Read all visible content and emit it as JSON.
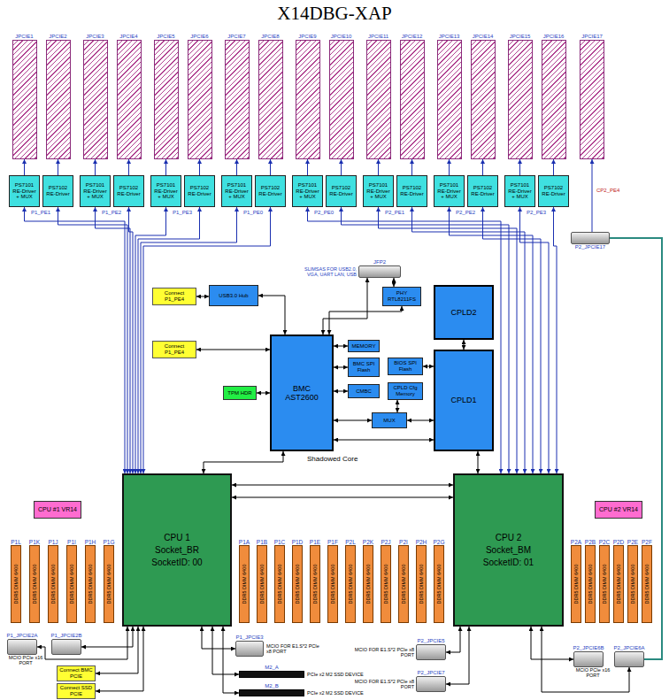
{
  "diagram": {
    "title": "X14DBG-XAP",
    "nodes": [
      {
        "text": [
          "JPCIE1"
        ]
      },
      {
        "text": [
          "JPCIE2"
        ]
      },
      {
        "text": [
          "JPCIE3"
        ]
      },
      {
        "text": [
          "JPCIE4"
        ]
      },
      {
        "text": [
          "JPCIE5"
        ]
      },
      {
        "text": [
          "JPCIE6"
        ]
      },
      {
        "text": [
          "JPCIE7"
        ]
      },
      {
        "text": [
          "JPCIE8"
        ]
      },
      {
        "text": [
          "JPCIE9"
        ]
      },
      {
        "text": [
          "JPCIE10"
        ]
      },
      {
        "text": [
          "JPCIE11"
        ]
      },
      {
        "text": [
          "JPCIE12"
        ]
      },
      {
        "text": [
          "JPCIE13"
        ]
      },
      {
        "text": [
          "JPCIE14"
        ]
      },
      {
        "text": [
          "JPCIE15"
        ]
      },
      {
        "text": [
          "JPCIE16"
        ]
      },
      {
        "text": [
          "JPCIE17"
        ]
      },
      {
        "text": [
          "PS7101 RE-Driver + MUX"
        ]
      },
      {
        "text": [
          "PS7102 RE-Driver"
        ]
      },
      {
        "text": [
          "PS7101 RE-Driver + MUX"
        ]
      },
      {
        "text": [
          "PS7102 RE-Driver"
        ]
      },
      {
        "text": [
          "PS7101 RE-Driver + MUX"
        ]
      },
      {
        "text": [
          "PS7102 RE-Driver"
        ]
      },
      {
        "text": [
          "PS7101 RE-Driver + MUX"
        ]
      },
      {
        "text": [
          "PS7102 RE-Driver"
        ]
      },
      {
        "text": [
          "PS7101 RE-Driver + MUX"
        ]
      },
      {
        "text": [
          "PS7102 RE-Driver"
        ]
      },
      {
        "text": [
          "PS7101 RE-Driver + MUX"
        ]
      },
      {
        "text": [
          "PS7102 RE-Driver"
        ]
      },
      {
        "text": [
          "PS7101 RE-Driver + MUX"
        ]
      },
      {
        "text": [
          "PS7102 RE-Driver"
        ]
      },
      {
        "text": [
          "PS7101 RE-Driver + MUX"
        ]
      },
      {
        "text": [
          "PS7102 RE-Driver"
        ]
      },
      {
        "text": [
          "P2_JPCIE17"
        ]
      },
      {
        "text": [
          "JFP2",
          "SLIMSAS FOR USB2.0, VGA, UART LAN, USB"
        ]
      },
      {
        "text": [
          "Connect P1_PE4"
        ]
      },
      {
        "text": [
          "USB3.0 Hub"
        ]
      },
      {
        "text": [
          "PHY RTL8211FS"
        ]
      },
      {
        "text": [
          "CPLD2"
        ]
      },
      {
        "text": [
          "Connect P1_PE4"
        ]
      },
      {
        "text": [
          "BMC",
          "AST2600"
        ]
      },
      {
        "text": [
          "MEMORY"
        ]
      },
      {
        "text": [
          "BMC SPI Flash"
        ]
      },
      {
        "text": [
          "BIOS SPI Flash"
        ]
      },
      {
        "text": [
          "CMBC"
        ]
      },
      {
        "text": [
          "CPLD Cfg Memory"
        ]
      },
      {
        "text": [
          "MUX"
        ]
      },
      {
        "text": [
          "CPLD1"
        ]
      },
      {
        "text": [
          "TPM HDR"
        ]
      },
      {
        "text": [
          "CPU #1 VR14"
        ]
      },
      {
        "text": [
          "CPU #2 VR14"
        ]
      },
      {
        "text": [
          "CPU 1",
          "Socket_BR",
          "SocketID: 00"
        ]
      },
      {
        "text": [
          "CPU 2",
          "Socket_BM",
          "SocketID: 01"
        ]
      },
      {
        "text": [
          "P1L",
          "DDR5 DIMM 6400"
        ]
      },
      {
        "text": [
          "P1K",
          "DDR5 DIMM 6400"
        ]
      },
      {
        "text": [
          "P1J",
          "DDR5 DIMM 6400"
        ]
      },
      {
        "text": [
          "P1I",
          "DDR5 DIMM 6400"
        ]
      },
      {
        "text": [
          "P1H",
          "DDR5 DIMM 6400"
        ]
      },
      {
        "text": [
          "P1G",
          "DDR5 DIMM 6400"
        ]
      },
      {
        "text": [
          "P1A",
          "DDR5 DIMM 6400"
        ]
      },
      {
        "text": [
          "P1B",
          "DDR5 DIMM 6400"
        ]
      },
      {
        "text": [
          "P1C",
          "DDR5 DIMM 6400"
        ]
      },
      {
        "text": [
          "P1D",
          "DDR5 DIMM 6400"
        ]
      },
      {
        "text": [
          "P1E",
          "DDR5 DIMM 6400"
        ]
      },
      {
        "text": [
          "P1F",
          "DDR5 DIMM 6400"
        ]
      },
      {
        "text": [
          "P2L",
          "DDR5 DIMM 6400"
        ]
      },
      {
        "text": [
          "P2K",
          "DDR5 DIMM 6400"
        ]
      },
      {
        "text": [
          "P2J",
          "DDR5 DIMM 6400"
        ]
      },
      {
        "text": [
          "P2I",
          "DDR5 DIMM 6400"
        ]
      },
      {
        "text": [
          "P2H",
          "DDR5 DIMM 6400"
        ]
      },
      {
        "text": [
          "P2G",
          "DDR5 DIMM 6400"
        ]
      },
      {
        "text": [
          "P2A",
          "DDR5 DIMM 6400"
        ]
      },
      {
        "text": [
          "P2B",
          "DDR5 DIMM 6400"
        ]
      },
      {
        "text": [
          "P2C",
          "DDR5 DIMM 6400"
        ]
      },
      {
        "text": [
          "P2D",
          "DDR5 DIMM 6400"
        ]
      },
      {
        "text": [
          "P2E",
          "DDR5 DIMM 6400"
        ]
      },
      {
        "text": [
          "P2F",
          "DDR5 DIMM 6400"
        ]
      },
      {
        "text": [
          "P1_JPCIE2A",
          "MCIO PCIe x16 PORT"
        ]
      },
      {
        "text": [
          "P1_JPCIE2B"
        ]
      },
      {
        "text": [
          "Connect BMC PCIE"
        ]
      },
      {
        "text": [
          "Connect SSD PCIE"
        ]
      },
      {
        "text": [
          "P1_JPCIE3",
          "MCIO FOR E1.S*2 PCIe x8 PORT"
        ]
      },
      {
        "text": [
          "M2_A",
          "PCIe x2 M2 SSD DEVICE"
        ]
      },
      {
        "text": [
          "M2_B",
          "PCIe x2 M2 SSD DEVICE"
        ]
      },
      {
        "text": [
          "P2_JPCIE5",
          "MCIO FOR E1.S*2 PCIe x8 PORT"
        ]
      },
      {
        "text": [
          "P2_JPCIE7",
          "MCIO FOR E1.S*2 PCIe x8 PORT"
        ]
      },
      {
        "text": [
          "P2_JPCIE6B",
          "MCIO PCIe x16 PORT"
        ]
      },
      {
        "text": [
          "P2_JPCIE6A"
        ]
      }
    ],
    "edges": [
      {
        "from": 17,
        "to": 0,
        "arrow": "to"
      },
      {
        "from": 18,
        "to": 1,
        "arrow": "to"
      },
      {
        "from": 19,
        "to": 2,
        "arrow": "to"
      },
      {
        "from": 20,
        "to": 3,
        "arrow": "to"
      },
      {
        "from": 21,
        "to": 4,
        "arrow": "to"
      },
      {
        "from": 22,
        "to": 5,
        "arrow": "to"
      },
      {
        "from": 23,
        "to": 6,
        "arrow": "to"
      },
      {
        "from": 24,
        "to": 7,
        "arrow": "to"
      },
      {
        "from": 25,
        "to": 8,
        "arrow": "to"
      },
      {
        "from": 26,
        "to": 9,
        "arrow": "to"
      },
      {
        "from": 27,
        "to": 10,
        "arrow": "to"
      },
      {
        "from": 28,
        "to": 11,
        "arrow": "to"
      },
      {
        "from": 29,
        "to": 12,
        "arrow": "to"
      },
      {
        "from": 30,
        "to": 13,
        "arrow": "to"
      },
      {
        "from": 31,
        "to": 14,
        "arrow": "to"
      },
      {
        "from": 32,
        "to": 15,
        "arrow": "to"
      },
      {
        "from": 33,
        "to": 16,
        "arrow": "to"
      },
      {
        "from": 51,
        "to": 17,
        "arrow": "both"
      },
      {
        "from": 51,
        "to": 18,
        "arrow": "both"
      },
      {
        "from": 51,
        "to": 19,
        "arrow": "both"
      },
      {
        "from": 51,
        "to": 20,
        "arrow": "both"
      },
      {
        "from": 51,
        "to": 21,
        "arrow": "both"
      },
      {
        "from": 51,
        "to": 22,
        "arrow": "both"
      },
      {
        "from": 51,
        "to": 23,
        "arrow": "both"
      },
      {
        "from": 51,
        "to": 24,
        "arrow": "both"
      },
      {
        "from": 52,
        "to": 25,
        "arrow": "both"
      },
      {
        "from": 52,
        "to": 26,
        "arrow": "both"
      },
      {
        "from": 52,
        "to": 27,
        "arrow": "both"
      },
      {
        "from": 52,
        "to": 28,
        "arrow": "both"
      },
      {
        "from": 52,
        "to": 29,
        "arrow": "both"
      },
      {
        "from": 52,
        "to": 30,
        "arrow": "both"
      },
      {
        "from": 52,
        "to": 31,
        "arrow": "both"
      },
      {
        "from": 52,
        "to": 32,
        "arrow": "both"
      },
      {
        "from": 36,
        "to": 35,
        "arrow": "both"
      },
      {
        "from": 39,
        "to": 40,
        "arrow": "both"
      },
      {
        "from": 36,
        "to": 40,
        "arrow": "both"
      },
      {
        "from": 40,
        "to": 34,
        "arrow": "both"
      },
      {
        "from": 40,
        "to": 37,
        "arrow": "both"
      },
      {
        "from": 37,
        "to": 34,
        "arrow": "both"
      },
      {
        "from": 40,
        "to": 41,
        "arrow": "both"
      },
      {
        "from": 40,
        "to": 42,
        "arrow": "both"
      },
      {
        "from": 40,
        "to": 44,
        "arrow": "both"
      },
      {
        "from": 40,
        "to": 46,
        "arrow": "both"
      },
      {
        "from": 40,
        "to": 48,
        "arrow": "both"
      },
      {
        "from": 43,
        "to": 47,
        "arrow": "both"
      },
      {
        "from": 45,
        "to": 46,
        "arrow": "both"
      },
      {
        "from": 46,
        "to": 47,
        "arrow": "both"
      },
      {
        "from": 40,
        "to": 47,
        "arrow": "both"
      },
      {
        "from": 38,
        "to": 47,
        "arrow": "both"
      },
      {
        "from": 47,
        "to": 52,
        "arrow": "both"
      },
      {
        "from": 40,
        "to": 51,
        "arrow": "both"
      },
      {
        "from": 51,
        "to": 52,
        "arrow": "both"
      },
      {
        "from": 51,
        "to": 52,
        "arrow": "both"
      },
      {
        "from": 51,
        "to": 77,
        "arrow": "both"
      },
      {
        "from": 51,
        "to": 78,
        "arrow": "both"
      },
      {
        "from": 51,
        "to": 79,
        "arrow": "both"
      },
      {
        "from": 51,
        "to": 80,
        "arrow": "both"
      },
      {
        "from": 51,
        "to": 81,
        "arrow": "both"
      },
      {
        "from": 51,
        "to": 82,
        "arrow": "both"
      },
      {
        "from": 51,
        "to": 83,
        "arrow": "both"
      },
      {
        "from": 52,
        "to": 84,
        "arrow": "both"
      },
      {
        "from": 52,
        "to": 85,
        "arrow": "both"
      },
      {
        "from": 52,
        "to": 86,
        "arrow": "both"
      },
      {
        "from": 52,
        "to": 87,
        "arrow": "both"
      },
      {
        "from": 33,
        "to": 87,
        "arrow": "none"
      }
    ],
    "labels": [
      "P1_PE1",
      "P1_PE2",
      "P1_PE3",
      "P1_PE0",
      "P2_PE0",
      "P2_PE1",
      "P2_PE2",
      "P2_PE3",
      "CP2_PE4",
      "Shadowed Core"
    ]
  }
}
